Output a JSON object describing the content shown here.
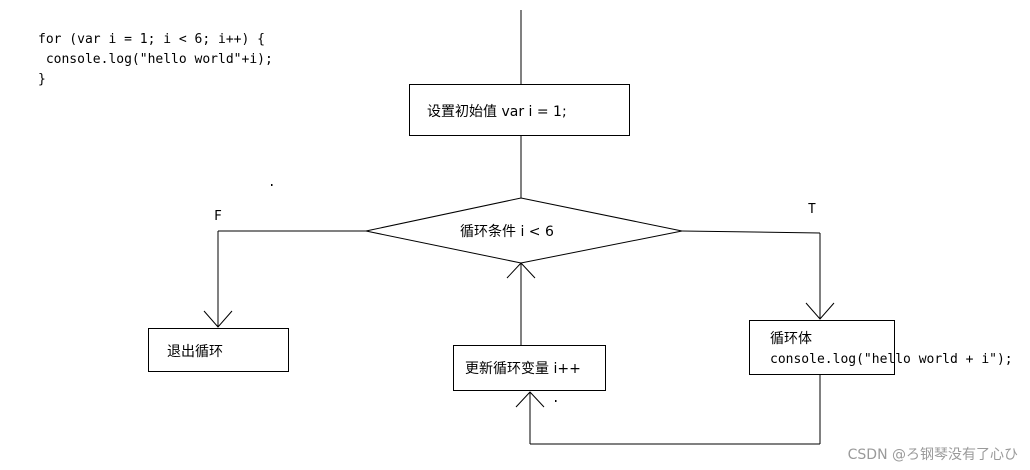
{
  "code": {
    "lines": [
      "for (var i = 1; i < 6; i++) {",
      " console.log(\"hello world\"+i);",
      "}"
    ]
  },
  "flowchart": {
    "init_box": "设置初始值 var i = 1;",
    "condition": "循环条件 i < 6",
    "false_label": "F",
    "true_label": "T",
    "exit_box": "退出循环",
    "update_box": "更新循环变量 i++",
    "body_box": {
      "title": "循环体",
      "code": "console.log(\"hello world + i\");"
    }
  },
  "watermark": "CSDN @ろ钢琴没有了心ひ"
}
